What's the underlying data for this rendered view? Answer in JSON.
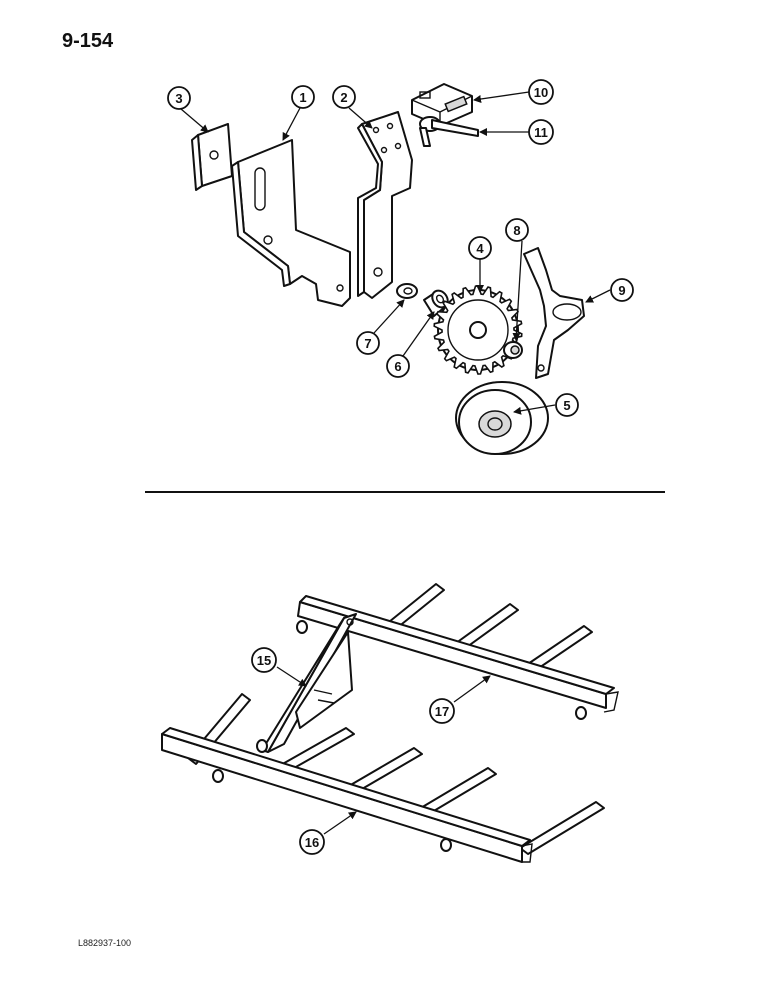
{
  "page": {
    "number": "9-154",
    "figure_code": "L882937-100"
  },
  "callouts": {
    "c1": "1",
    "c2": "2",
    "c3": "3",
    "c4": "4",
    "c5": "5",
    "c6": "6",
    "c7": "7",
    "c8": "8",
    "c9": "9",
    "c10": "10",
    "c11": "11",
    "c15": "15",
    "c16": "16",
    "c17": "17"
  }
}
